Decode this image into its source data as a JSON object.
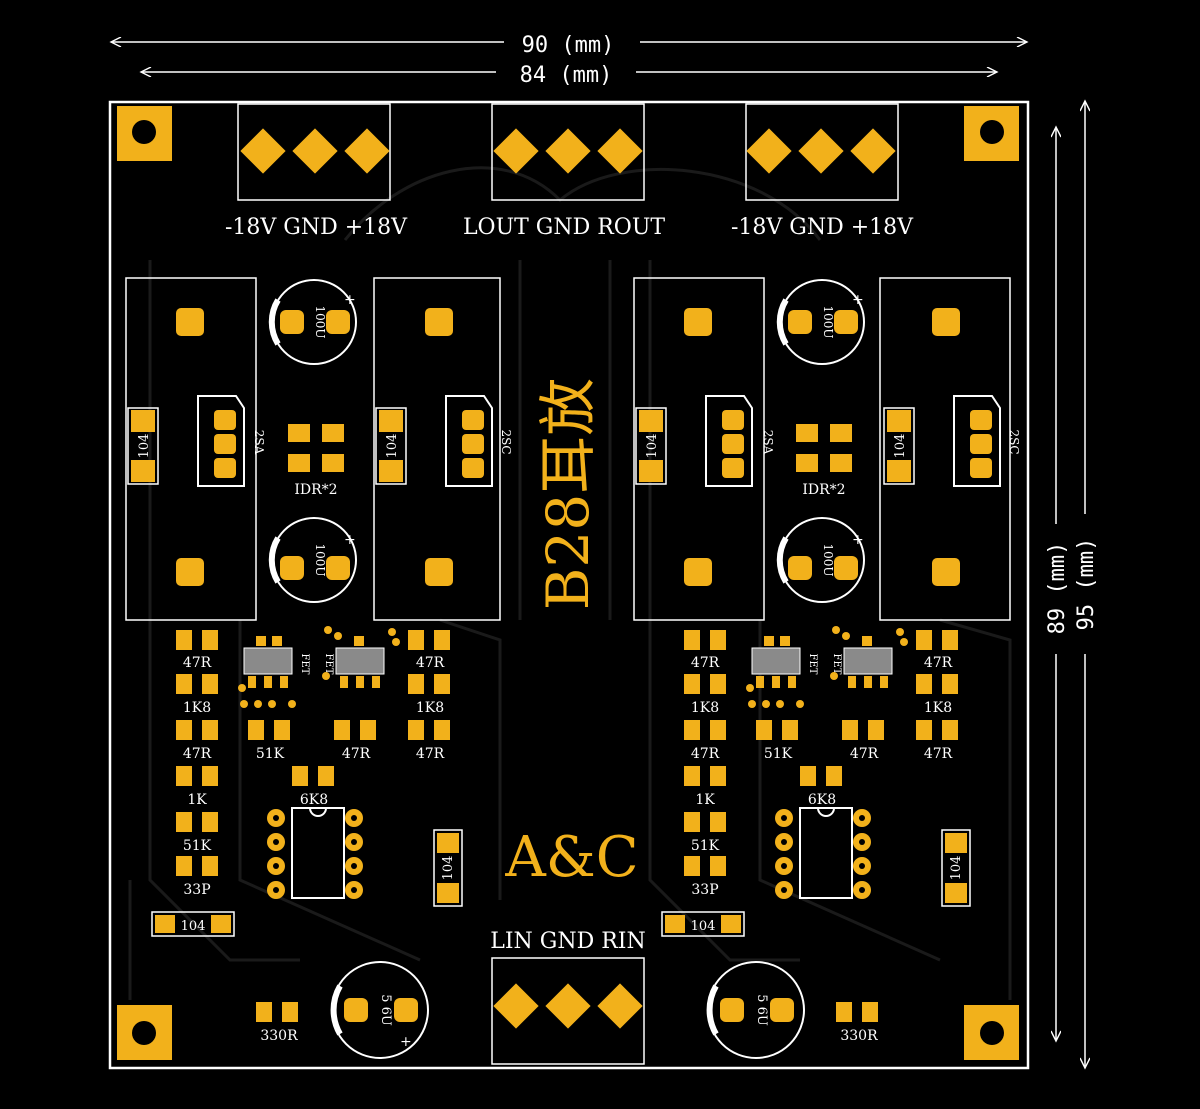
{
  "dimensions": {
    "width_outer": "90 (mm)",
    "width_inner": "84 (mm)",
    "height_inner": "89 (mm)",
    "height_outer": "95 (mm)"
  },
  "connectors": {
    "power_left": "-18V GND +18V",
    "output": "LOUT GND ROUT",
    "power_right": "-18V GND +18V",
    "input": "LIN GND RIN"
  },
  "title": {
    "model": "B28耳放",
    "brand": "A&C"
  },
  "components": {
    "cap_small": "104",
    "transistor_a": "2SA",
    "transistor_c": "2SC",
    "electrolytic_top": "100U",
    "diodes": "IDR*2",
    "r47": "47R",
    "r1k8": "1K8",
    "r51k": "51K",
    "r1k": "1K",
    "r6k8": "6K8",
    "c33p": "33P",
    "r330": "330R",
    "cap_input": "5 6U",
    "fet": "FET",
    "plus": "+"
  },
  "colors": {
    "board": "#000000",
    "pad": "#f2b11b",
    "silkscreen": "#ffffff",
    "trace": "#141414"
  }
}
